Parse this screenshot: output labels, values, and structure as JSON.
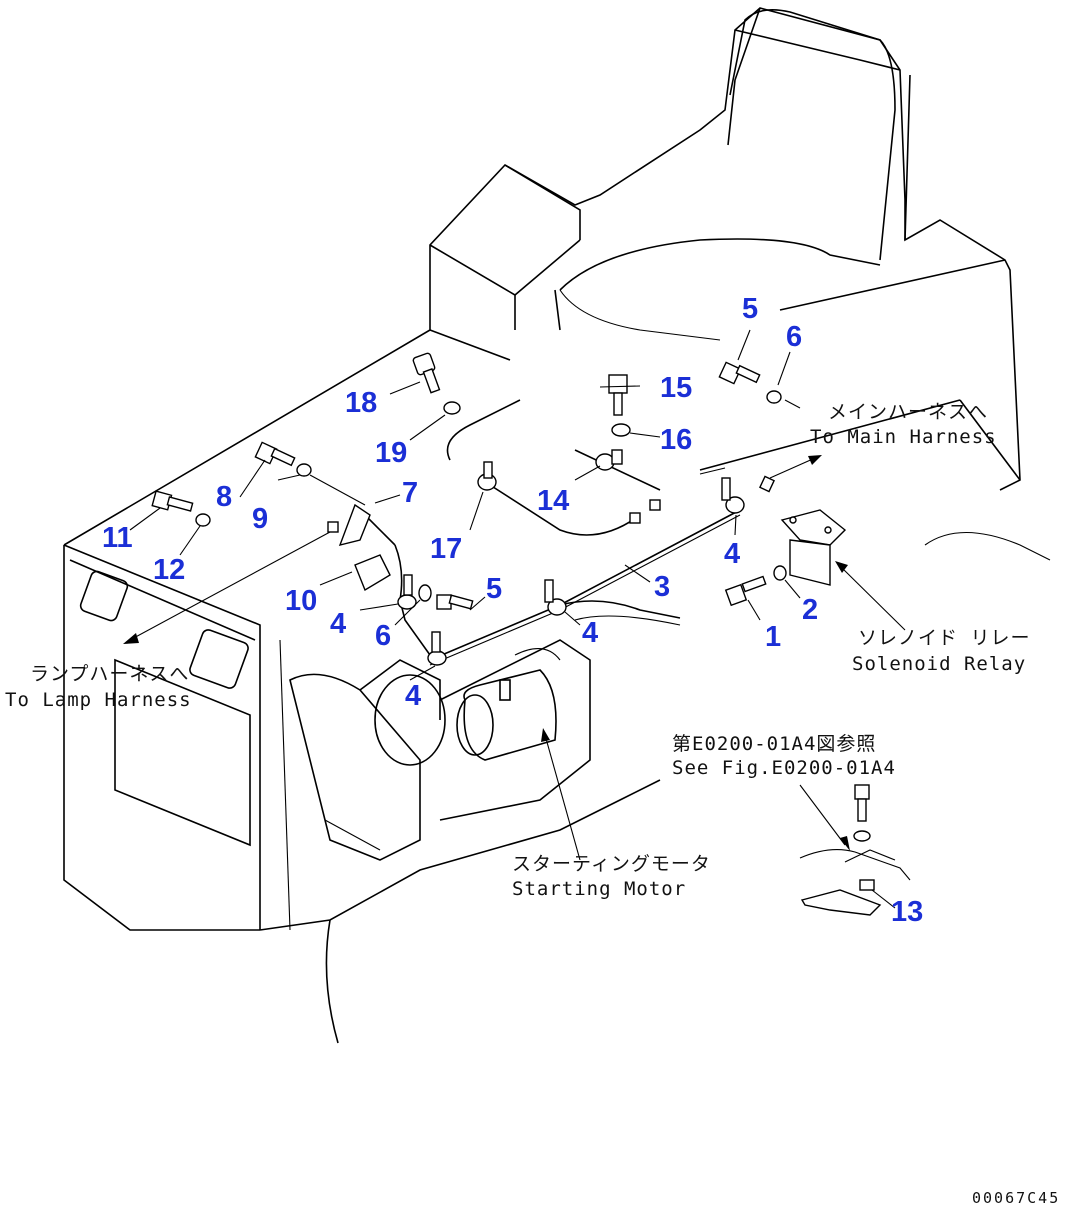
{
  "diagram": {
    "callouts": [
      {
        "id": "c1",
        "text": "1"
      },
      {
        "id": "c2",
        "text": "2"
      },
      {
        "id": "c3",
        "text": "3"
      },
      {
        "id": "c4a",
        "text": "4"
      },
      {
        "id": "c4b",
        "text": "4"
      },
      {
        "id": "c4c",
        "text": "4"
      },
      {
        "id": "c4d",
        "text": "4"
      },
      {
        "id": "c5a",
        "text": "5"
      },
      {
        "id": "c5b",
        "text": "5"
      },
      {
        "id": "c6a",
        "text": "6"
      },
      {
        "id": "c6b",
        "text": "6"
      },
      {
        "id": "c7",
        "text": "7"
      },
      {
        "id": "c8",
        "text": "8"
      },
      {
        "id": "c9",
        "text": "9"
      },
      {
        "id": "c10",
        "text": "10"
      },
      {
        "id": "c11",
        "text": "11"
      },
      {
        "id": "c12",
        "text": "12"
      },
      {
        "id": "c13",
        "text": "13"
      },
      {
        "id": "c14",
        "text": "14"
      },
      {
        "id": "c15",
        "text": "15"
      },
      {
        "id": "c16",
        "text": "16"
      },
      {
        "id": "c17",
        "text": "17"
      },
      {
        "id": "c18",
        "text": "18"
      },
      {
        "id": "c19",
        "text": "19"
      }
    ],
    "labels": {
      "main_harness_jp": "メインハーネスへ",
      "main_harness_en": "To Main Harness",
      "lamp_harness_jp": "ランプハーネスへ",
      "lamp_harness_en": "To Lamp Harness",
      "solenoid_jp": "ソレノイド リレー",
      "solenoid_en": "Solenoid Relay",
      "starting_jp": "スターティングモータ",
      "starting_en": "Starting Motor",
      "see_fig_jp": "第E0200-01A4図参照",
      "see_fig_en": "See Fig.E0200-01A4"
    },
    "drawing_code": "00067C45",
    "callout_color": "#1b2fd6"
  }
}
